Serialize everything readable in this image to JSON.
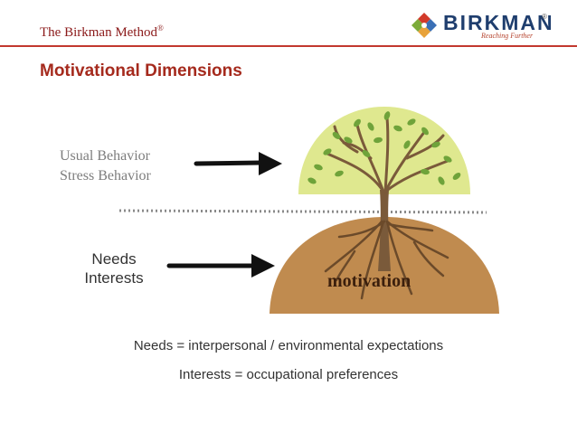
{
  "header": {
    "brand_title": "The Birkman Method",
    "brand_mark": "®",
    "logo_word": "BIRKMAN",
    "logo_mark": "®",
    "logo_tagline": "Reaching Further"
  },
  "page_title": "Motivational Dimensions",
  "diagram": {
    "upper_labels": [
      "Usual Behavior",
      "Stress Behavior"
    ],
    "lower_labels": [
      "Needs",
      "Interests"
    ],
    "root_label": "motivation"
  },
  "definitions": {
    "needs": "Needs = interpersonal / environmental expectations",
    "interests": "Interests = occupational preferences"
  },
  "colors": {
    "accent": "#a52a1d",
    "canopy": "#dfe88f",
    "soil": "#c08b4f",
    "trunk": "#7a5a3a",
    "leaf": "#6fa33a"
  }
}
